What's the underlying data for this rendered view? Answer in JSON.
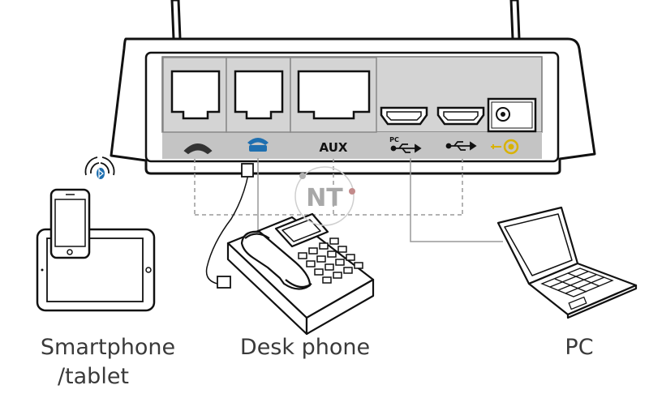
{
  "ports": {
    "aux_label": "AUX",
    "pc_label": "PC"
  },
  "devices": {
    "smartphone_line1": "Smartphone",
    "smartphone_line2": "/tablet",
    "desk_phone": "Desk phone",
    "pc": "PC"
  },
  "watermark": "NT",
  "colors": {
    "outline": "#111111",
    "port_panel": "#d4d4d4",
    "label_strip": "#c4c4c4",
    "desk_phone_icon": "#1e6fb0",
    "power_icon": "#d9b200",
    "bluetooth": "#1e6fb0",
    "dashed_line": "#999999"
  },
  "icons": [
    "handset-icon",
    "desk-phone-icon",
    "usb-icon",
    "power-icon",
    "bluetooth-icon"
  ]
}
